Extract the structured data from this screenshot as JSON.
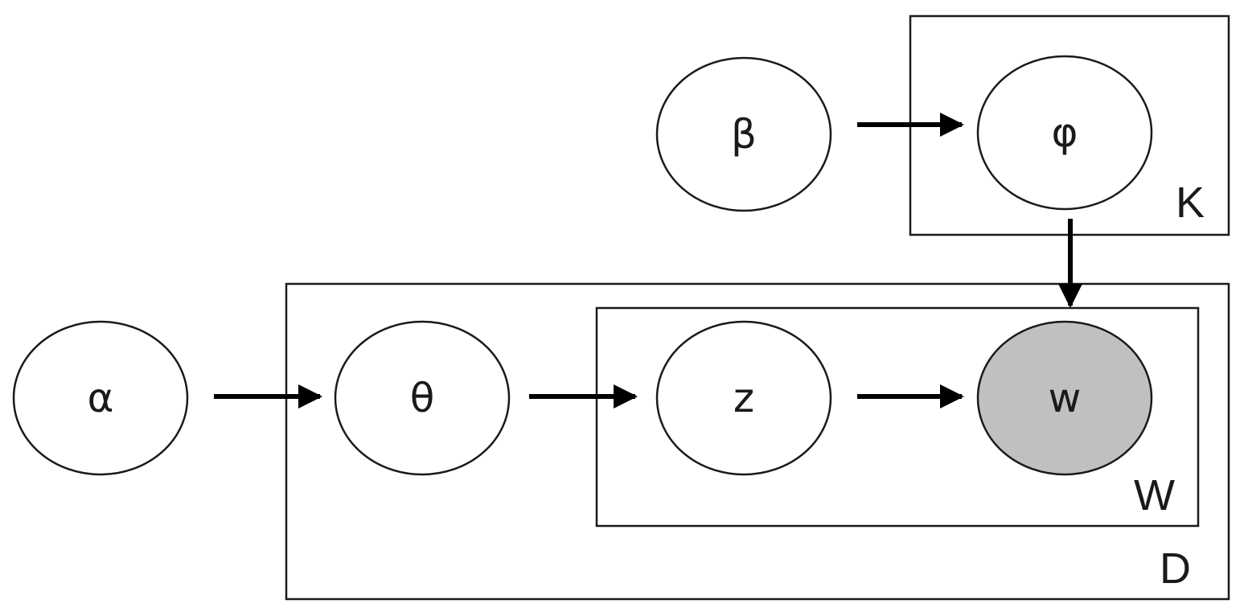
{
  "diagram": {
    "colors": {
      "stroke": "#1a1a1a",
      "node_fill": "#ffffff",
      "observed_fill": "#c0c0c0",
      "arrow": "#000000"
    },
    "nodes": {
      "beta": {
        "label": "β",
        "observed": false
      },
      "phi": {
        "label": "φ",
        "observed": false
      },
      "alpha": {
        "label": "α",
        "observed": false
      },
      "theta": {
        "label": "θ",
        "observed": false
      },
      "z": {
        "label": "z",
        "observed": false
      },
      "w": {
        "label": "w",
        "observed": true
      }
    },
    "plates": {
      "K": {
        "label": "K"
      },
      "D": {
        "label": "D"
      },
      "W": {
        "label": "W"
      }
    },
    "edges": [
      {
        "from": "beta",
        "to": "phi"
      },
      {
        "from": "phi",
        "to": "w"
      },
      {
        "from": "alpha",
        "to": "theta"
      },
      {
        "from": "theta",
        "to": "z"
      },
      {
        "from": "z",
        "to": "w"
      }
    ]
  }
}
